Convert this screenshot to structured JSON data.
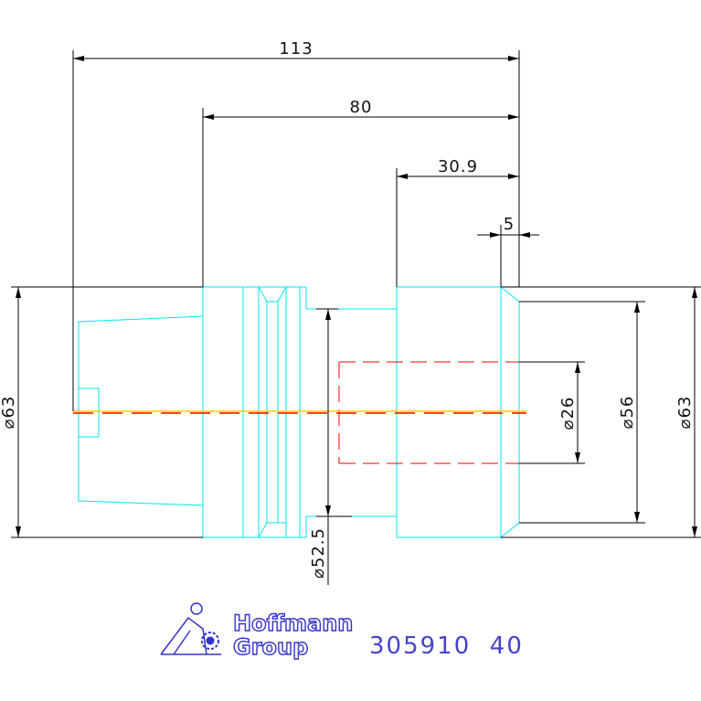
{
  "dimensions": {
    "overall_length": "113",
    "length_80": "80",
    "length_30_9": "30.9",
    "length_5": "5",
    "dia_left": "⌀63",
    "dia_52_5": "⌀52.5",
    "dia_26": "⌀26",
    "dia_56": "⌀56",
    "dia_right": "⌀63"
  },
  "logo": {
    "line1": "Hoffmann",
    "line2": "Group"
  },
  "part_number": "305910  40",
  "colors": {
    "outline": "#00e5ee",
    "dimension": "#000000",
    "hidden": "#ff0000",
    "centerline": "#ffcc00",
    "brand": "#3333cc",
    "part_number": "#4444cc"
  }
}
